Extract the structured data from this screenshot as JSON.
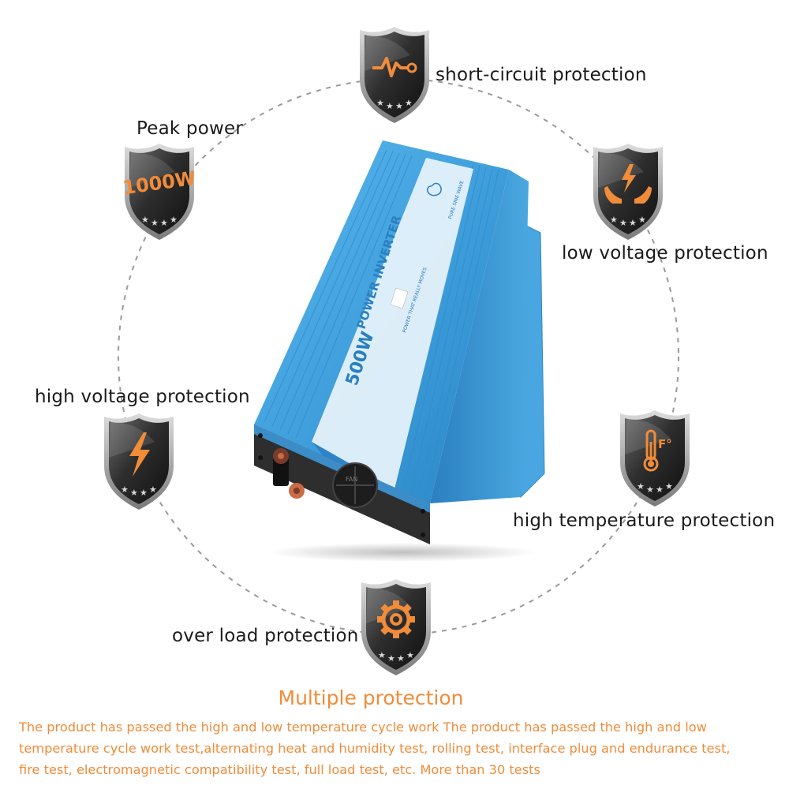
{
  "features": [
    {
      "id": "short-circuit",
      "label": "short-circuit protection",
      "icon": "pulse-icon"
    },
    {
      "id": "peak",
      "label": "Peak power",
      "icon": "1000w-badge-icon",
      "badge": "1000W"
    },
    {
      "id": "low-voltage",
      "label": "low voltage protection",
      "icon": "hands-lightning-icon"
    },
    {
      "id": "high-voltage",
      "label": "high voltage protection",
      "icon": "lightning-icon"
    },
    {
      "id": "high-temperature",
      "label": "high temperature protection",
      "icon": "thermometer-icon",
      "unit": "F°"
    },
    {
      "id": "over-load",
      "label": "over load protection",
      "icon": "gear-icon"
    }
  ],
  "product": {
    "brand_title": "POWER INVERTER",
    "power_rating": "500W",
    "wave_label": "PURE SINE WAVE",
    "tagline": "POWER THAT REALLY MOVES",
    "fan_label": "FAN"
  },
  "footer": {
    "title": "Multiple protection",
    "lines": [
      "The product has passed the high and low temperature cycle work The product has passed the high and low",
      "temperature cycle work test,alternating heat and humidity test, rolling test, interface plug and endurance test,",
      "fire test, electromagnetic compatibility test, full load test, etc. More than 30 tests"
    ]
  },
  "colors": {
    "accent": "#f08c3a",
    "shield_dark": "#2b2b2b",
    "inverter_blue": "#3fa2dc"
  }
}
